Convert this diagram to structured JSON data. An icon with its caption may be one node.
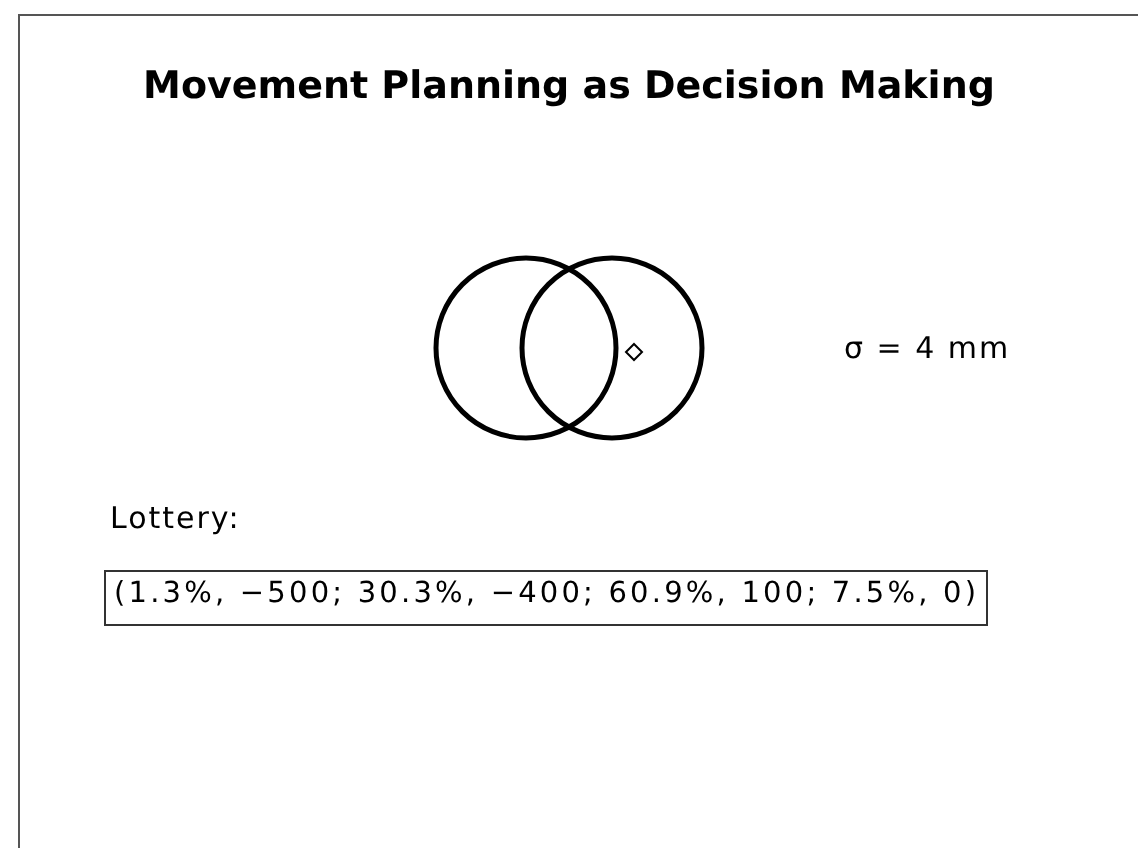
{
  "diagram": {
    "title": "Movement Planning as Decision Making",
    "labels": [
      "σ = 4 mm",
      "Lottery:",
      "(1.3%, −500; 30.3%, −400; 60.9%, 100; 7.5%, 0)"
    ]
  }
}
